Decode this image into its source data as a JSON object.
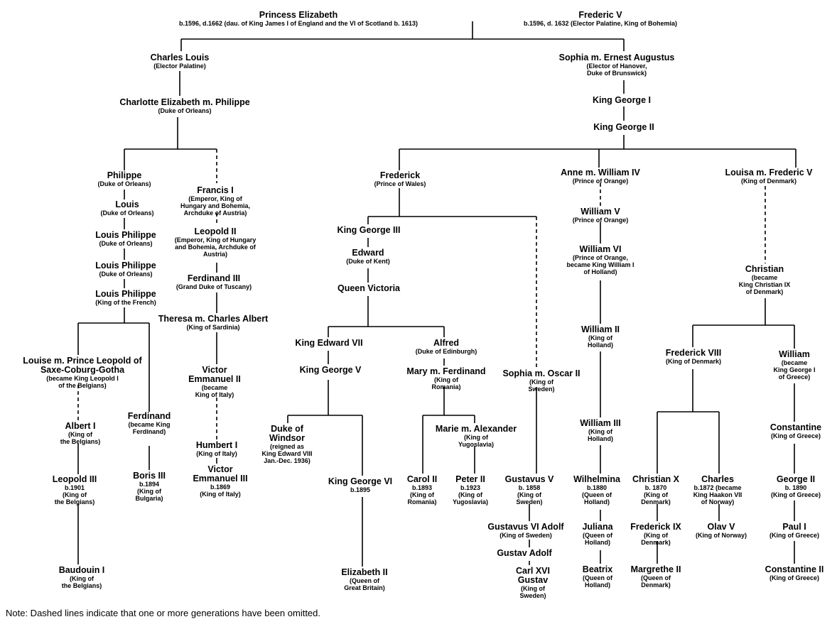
{
  "note": "Note: Dashed lines indicate that one or more generations have been omitted.",
  "people": {
    "elizabeth": {
      "name": "Princess Elizabeth",
      "sub": [
        "b.1596, d.1662 (dau. of King James I of England and the VI of Scotland b. 1613)"
      ]
    },
    "fredericv": {
      "name": "Frederic V",
      "sub": [
        "b.1596, d. 1632 (Elector Palatine, King of Bohemia)"
      ]
    },
    "charleslouis": {
      "name": "Charles Louis",
      "sub": [
        "(Elector Palatine)"
      ]
    },
    "sophia_ea": {
      "name": "Sophia m. Ernest Augustus",
      "sub": [
        "(Elector of Hanover,",
        "Duke of Brunswick)"
      ]
    },
    "charlotte": {
      "name": "Charlotte Elizabeth m. Philippe",
      "sub": [
        "(Duke of Orleans)"
      ]
    },
    "george1": {
      "name": "King George I",
      "sub": []
    },
    "george2": {
      "name": "King George II",
      "sub": []
    },
    "philippe": {
      "name": "Philippe",
      "sub": [
        "(Duke of Orleans)"
      ]
    },
    "francis": {
      "name": "Francis I",
      "sub": [
        "(Emperor, King of",
        "Hungary and Bohemia,",
        "Archduke of Austria)"
      ]
    },
    "louis": {
      "name": "Louis",
      "sub": [
        "(Duke of Orleans)"
      ]
    },
    "lp1": {
      "name": "Louis Philippe",
      "sub": [
        "(Duke of Orleans)"
      ]
    },
    "lp2": {
      "name": "Louis Philippe",
      "sub": [
        "(Duke of Orleans)"
      ]
    },
    "lp3": {
      "name": "Louis Philippe",
      "sub": [
        "(King of the French)"
      ]
    },
    "leopold2": {
      "name": "Leopold II",
      "sub": [
        "(Emperor, King of Hungary",
        "and Bohemia, Archduke of",
        "Austria)"
      ]
    },
    "ferdinand3": {
      "name": "Ferdinand III",
      "sub": [
        "(Grand Duke of Tuscany)"
      ]
    },
    "theresa": {
      "name": "Theresa m. Charles Albert",
      "sub": [
        "(King of Sardinia)"
      ]
    },
    "louise": {
      "name": "Louise m. Prince Leopold of",
      "name2": "Saxe-Coburg-Gotha",
      "sub": [
        "(became King Leopold I",
        "of the Belgians)"
      ]
    },
    "victor_e2": {
      "name": "Victor",
      "name2": "Emmanuel II",
      "sub": [
        "(became",
        "King of Italy)"
      ]
    },
    "albert1": {
      "name": "Albert I",
      "sub": [
        "(King of",
        "the Belgians)"
      ]
    },
    "ferdinand_bg": {
      "name": "Ferdinand",
      "sub": [
        "(became King",
        "Ferdinand)"
      ]
    },
    "humbert": {
      "name": "Humbert I",
      "sub": [
        "(King of Italy)"
      ]
    },
    "leopold3": {
      "name": "Leopold III",
      "sub": [
        "b.1901",
        "(King of",
        "the Belgians)"
      ]
    },
    "boris": {
      "name": "Boris III",
      "sub": [
        "b.1894",
        "(King of",
        "Bulgaria)"
      ]
    },
    "victor_e3": {
      "name": "Victor",
      "name2": "Emmanuel III",
      "sub": [
        "b.1869",
        "(King of Italy)"
      ]
    },
    "baudouin": {
      "name": "Baudouin I",
      "sub": [
        "(King of",
        "the Belgians)"
      ]
    },
    "frederick_pw": {
      "name": "Frederick",
      "sub": [
        "(Prince of Wales)"
      ]
    },
    "anne": {
      "name": "Anne m. William IV",
      "sub": [
        "(Prince of Orange)"
      ]
    },
    "louisa": {
      "name": "Louisa m. Frederic V",
      "sub": [
        "(King of Denmark)"
      ]
    },
    "george3": {
      "name": "King George III",
      "sub": []
    },
    "edward": {
      "name": "Edward",
      "sub": [
        "(Duke of Kent)"
      ]
    },
    "victoria": {
      "name": "Queen Victoria",
      "sub": []
    },
    "edward7": {
      "name": "King Edward VII",
      "sub": []
    },
    "alfred": {
      "name": "Alfred",
      "sub": [
        "(Duke of Edinburgh)"
      ]
    },
    "george5": {
      "name": "King George V",
      "sub": []
    },
    "mary": {
      "name": "Mary m. Ferdinand",
      "sub": [
        "(King of",
        "Romania)"
      ]
    },
    "sophia_oscar": {
      "name": "Sophia m. Oscar II",
      "sub": [
        "(King of",
        "Sweden)"
      ]
    },
    "windsor": {
      "name": "Duke of",
      "name2": "Windsor",
      "sub": [
        "(reigned as",
        "King Edward VIII",
        "Jan.-Dec. 1936)"
      ]
    },
    "george6": {
      "name": "King George VI",
      "sub": [
        "b.1895"
      ]
    },
    "marie": {
      "name": "Marie m. Alexander",
      "sub": [
        "(King of",
        "Yugoslavia)"
      ]
    },
    "carol2": {
      "name": "Carol II",
      "sub": [
        "b.1893",
        "(King of",
        "Romania)"
      ]
    },
    "peter2": {
      "name": "Peter II",
      "sub": [
        "b.1923",
        "(King of",
        "Yugoslavia)"
      ]
    },
    "elizabeth2": {
      "name": "Elizabeth II",
      "sub": [
        "(Queen of",
        "Great Britain)"
      ]
    },
    "william5": {
      "name": "William V",
      "sub": [
        "(Prince of Orange)"
      ]
    },
    "william6": {
      "name": "William VI",
      "sub": [
        "(Prince of Orange,",
        "became King William I",
        "of Holland)"
      ]
    },
    "william2": {
      "name": "William II",
      "sub": [
        "(King of",
        "Holland)"
      ]
    },
    "william3": {
      "name": "William III",
      "sub": [
        "(King of",
        "Holland)"
      ]
    },
    "wilhelmina": {
      "name": "Wilhelmina",
      "sub": [
        "b.1880",
        "(Queen of",
        "Holland)"
      ]
    },
    "juliana": {
      "name": "Juliana",
      "sub": [
        "(Queen of",
        "Holland)"
      ]
    },
    "beatrix": {
      "name": "Beatrix",
      "sub": [
        "(Queen of",
        "Holland)"
      ]
    },
    "gustavus5": {
      "name": "Gustavus V",
      "sub": [
        "b. 1858",
        "(King of",
        "Sweden)"
      ]
    },
    "gustavus6": {
      "name": "Gustavus VI Adolf",
      "sub": [
        "(King of Sweden)"
      ]
    },
    "gustav_adolf": {
      "name": "Gustav Adolf",
      "sub": []
    },
    "carl16": {
      "name": "Carl XVI",
      "name2": "Gustav",
      "sub": [
        "(King of",
        "Sweden)"
      ]
    },
    "christian": {
      "name": "Christian",
      "sub": [
        "(became",
        "King Christian IX",
        "of Denmark)"
      ]
    },
    "frederick8": {
      "name": "Frederick VIII",
      "sub": [
        "(King of Denmark)"
      ]
    },
    "william_gr": {
      "name": "William",
      "sub": [
        "(became",
        "King George I",
        "of Greece)"
      ]
    },
    "christian10": {
      "name": "Christian X",
      "sub": [
        "b. 1870",
        "(King of",
        "Denmark)"
      ]
    },
    "charles": {
      "name": "Charles",
      "sub": [
        "b.1872 (became",
        "King Haakon VII",
        "of Norway)"
      ]
    },
    "constantine": {
      "name": "Constantine",
      "sub": [
        "(King of Greece)"
      ]
    },
    "george2gr": {
      "name": "George II",
      "sub": [
        "b. 1890",
        "(King of Greece)"
      ]
    },
    "frederick9": {
      "name": "Frederick IX",
      "sub": [
        "(King of",
        "Denmark)"
      ]
    },
    "olav5": {
      "name": "Olav V",
      "sub": [
        "(King of Norway)"
      ]
    },
    "paul1": {
      "name": "Paul I",
      "sub": [
        "(King of Greece)"
      ]
    },
    "margrethe": {
      "name": "Margrethe II",
      "sub": [
        "(Queen of",
        "Denmark)"
      ]
    },
    "constantine2": {
      "name": "Constantine II",
      "sub": [
        "(King of Greece)"
      ]
    }
  }
}
